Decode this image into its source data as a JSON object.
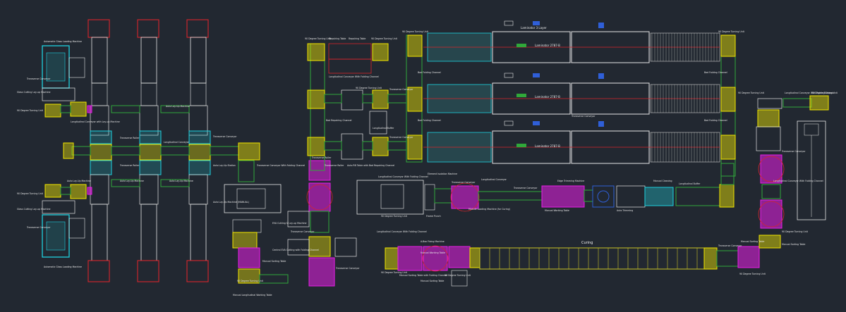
{
  "labels": {
    "automatic_glass_loading_machine_top": "Automatic Glass Loading Machine",
    "automatic_glass_loading_machine_bottom": "Automatic Glass Loading Machine",
    "transverse_conveyor_left_top": "Transverse Conveyor",
    "transverse_conveyor_left_bottom": "Transverse Conveyor",
    "cutting_layup_machine_top": "Glass Cutting Lay-up Machine",
    "cutting_layup_machine_bottom": "Glass Cutting Lay-up Machine",
    "ninety_turning_unit_top": "90 Degree Turning Unit",
    "ninety_turning_unit_bottom": "90 Degree Turning Unit",
    "longitudinal_conveyor_with_layup": "Longitudinal Conveyor with Lay-up Machine",
    "auto_layup_machine_1": "Auto Lay-Up Machine",
    "auto_layup_machine_2": "Auto Lay-Up Machine",
    "auto_layup_machine_3": "Auto Lay-Up Machine",
    "auto_layup_machine_4": "Auto Lay-Up Machine",
    "transverse_roller": "Transverse Roller",
    "transverse_roller_2": "Transverse Roller",
    "longitudinal_conveyor_mid": "Longitudinal Conveyor",
    "transverse_conveyor_mid": "Transverse Conveyor",
    "transverse_conveyor_with_folding": "Transverse Conveyor With Folding Channel",
    "auto_layup_station": "Auto Lay-Up Station",
    "auto_layup_machine_manual": "Auto Lay-Up Machine (MANUAL)",
    "eva_cutting_machine": "EVA Cutting & Lay-up Machine",
    "central_eva_cutting": "Central EVA Cutting with Folding Channel",
    "manual_sorting_table": "Manual Sorting Table",
    "ninety_turning_unit_small": "90 Degree Turning Unit",
    "ninety_turning_unit_bottom_left": "90 Degree Turning Unit",
    "manual_longitudinal_working_table": "Manual Longitudinal Working Table",
    "transverse_conveyor_a": "Transverse Conveyor",
    "transverse_conveyor_b": "Transverse Conveyor",
    "transverse_roller_c": "Transverse Roller",
    "ninety_turning_unit_c1": "90 Degree Turning Unit",
    "repairing_table_1": "Repairing Table",
    "repairing_table_2": "Repairing Table",
    "ninety_turning_unit_c2": "90 Degree Turning Unit",
    "longitudinal_conveyor_folding": "Longitudinal Conveyor With Folding Channel",
    "transverse_conveyor_c": "Transverse Conveyor",
    "bad_repairing_channel": "Bad Repairing Channel",
    "ninety_turning_unit_c3": "90 Degree Turning Unit",
    "transverse_conveyor_c2": "Transverse Conveyor",
    "longitudinal_buffer": "Longitudinal Buffer",
    "transverse_roller_d": "Transverse Roller",
    "auto_rb_table": "Auto RB Table with Bad Repairing Channel",
    "laminator_top_label": "Laminator 3 Layer",
    "laminator_1": "Laminator 2787-B",
    "laminator_2": "Laminator 2787-B",
    "laminator_3": "Laminator 2787-B",
    "ninety_turning_unit_lam1": "90 Degree Turning Unit",
    "ninety_turning_unit_lam2": "90 Degree Turning Unit",
    "bad_folding_channel_left": "Bad Folding Channel",
    "bad_folding_channel_right": "Bad Folding Channel",
    "transverse_conveyor_lam": "Transverse Conveyor",
    "bad_folding_channel_mid": "Bad Folding Channel",
    "bad_folding_channel_mid2": "Bad Folding Channel",
    "ninety_turning_unit_right": "90 Degree Turning Unit",
    "longitudinal_conveyor_right": "Longitudinal Conveyor With Folding Channel",
    "ninety_turning_unit_right2": "90 Degree Turning Unit",
    "transverse_conveyor_d": "Transverse Conveyor",
    "element_isolation_machine": "Element Isolation Machine",
    "longitudinal_conveyor_folding_2": "Longitudinal Conveyor With Folding Channel",
    "transverse_conveyor_e": "Transverse Conveyor",
    "ninety_turning_unit_e": "90 Degree Turning Unit",
    "frame_punch": "Frame Punch",
    "module_loading_machine": "Module Loading Machine (for Curing)",
    "longitudinal_conveyor_e": "Longitudinal Conveyor",
    "edge_trimming_machine": "Edge Trimming Machine",
    "manual_cleaning": "Manual Cleaning",
    "longitudinal_buffer_e": "Longitudinal Buffer",
    "transverse_conveyor_e2": "Transverse Conveyor",
    "auto_trimming": "Auto Trimming",
    "manual_working_table_b": "Manual Working Table",
    "ninety_turning_unit_f": "90 Degree Turning Unit",
    "longitudinal_conveyor_f": "Longitudinal Conveyor With Folding Channel",
    "manual_working_table_f": "Manual Working Table",
    "a_box_fixing_machine": "A-Box Fixing Machine",
    "ninety_turning_unit_f2": "90 Degree Turning Unit",
    "manual_sorting_table_f": "Manual Sorting Table with Folding Channel",
    "manual_sorting_table_f2": "Manual Sorting Table",
    "curing": "Curing",
    "transverse_conveyor_g": "Transverse Conveyor",
    "manual_sorting_table_g": "Manual Sorting Table",
    "ninety_turning_unit_g": "90 Degree Turning Unit",
    "longitudinal_conveyor_g": "Longitudinal Conveyor With Folding Channel",
    "ninety_turning_unit_g2": "90 Degree Turning Unit",
    "manual_sorting_table_g2": "Manual Sorting Table"
  },
  "colors": {
    "background": "#222831",
    "cyan": "#1fd1e0",
    "yellow": "#f2e600",
    "magenta": "#e81ee6",
    "green": "#30a83a",
    "red": "#d8262c",
    "white": "#e6e6e6",
    "olive": "#c9c428",
    "teal_fill": "#27464d",
    "blue": "#2f5fd8",
    "pink": "#f067d0"
  },
  "icons": {
    "belt": "belt-icon"
  }
}
